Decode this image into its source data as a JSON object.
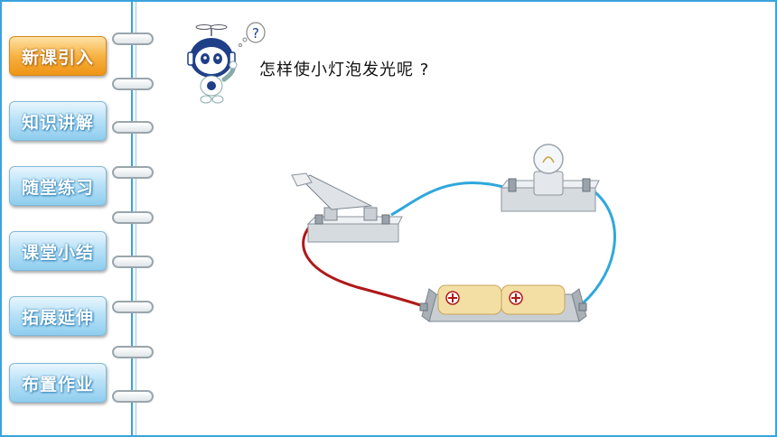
{
  "nav": {
    "items": [
      {
        "label": "新课引入",
        "active": true
      },
      {
        "label": "知识讲解",
        "active": false
      },
      {
        "label": "随堂练习",
        "active": false
      },
      {
        "label": "课堂小结",
        "active": false
      },
      {
        "label": "拓展延伸",
        "active": false
      },
      {
        "label": "布置作业",
        "active": false
      }
    ]
  },
  "main": {
    "question": "怎样使小灯泡发光呢 ?"
  },
  "colors": {
    "accent": "#3aa3dc",
    "active_button": "#f0a020",
    "wire_red": "#b01818",
    "wire_blue": "#2ea8dc"
  },
  "icons": {
    "mascot": "robot-mascot-icon",
    "question_mark": "question-mark-icon",
    "battery_plus": "plus-circle-icon"
  }
}
